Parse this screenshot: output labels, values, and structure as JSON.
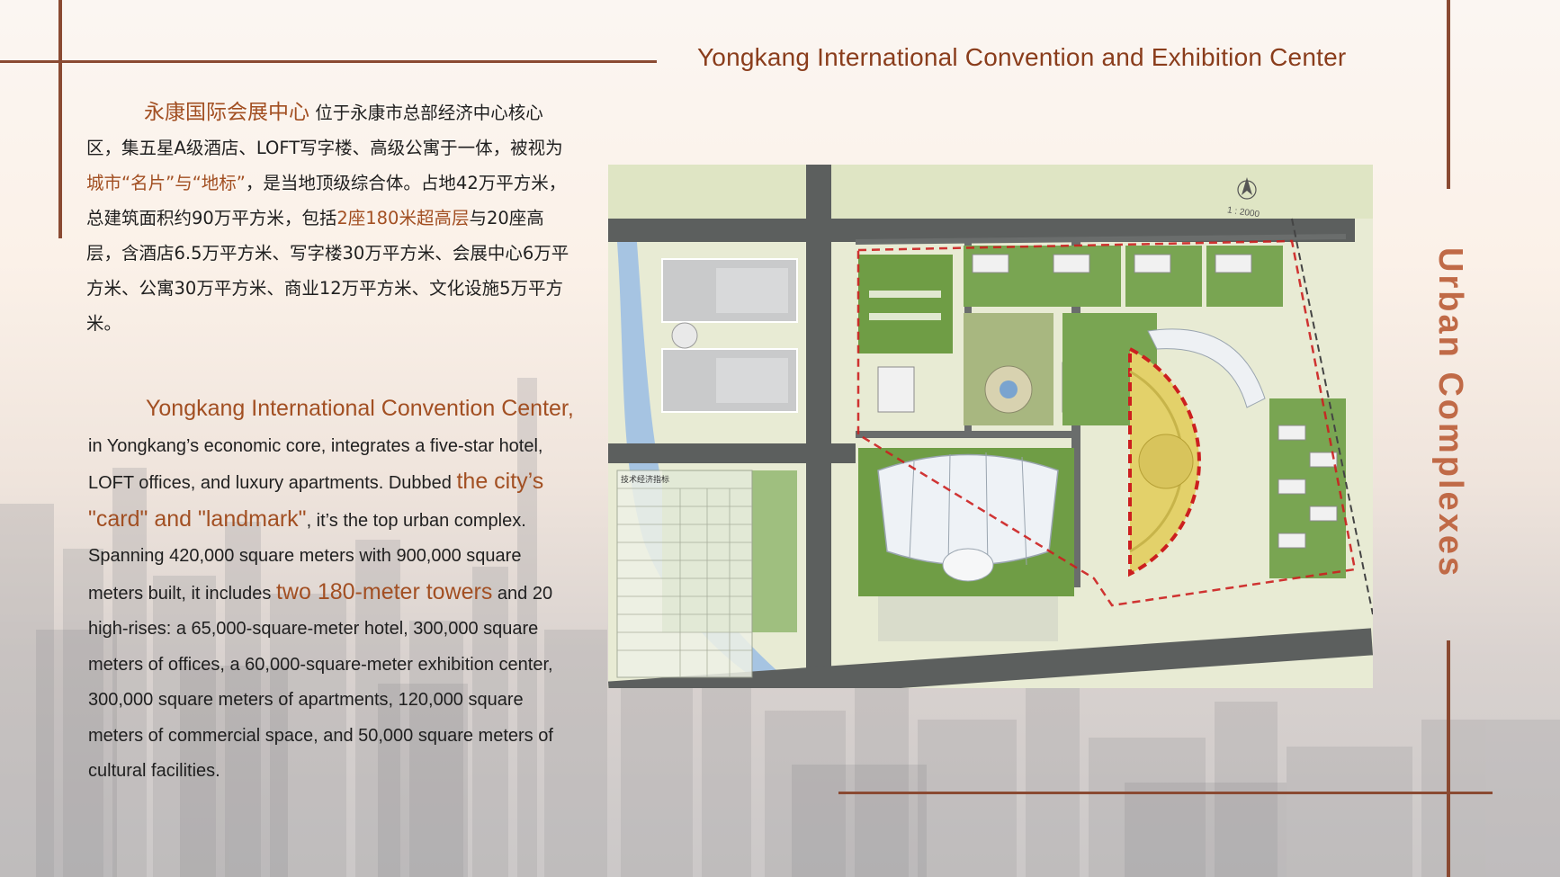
{
  "header": {
    "title": "Yongkang International Convention and Exhibition Center",
    "side_title": "Urban Complexes"
  },
  "body_cn": {
    "name": "永康国际会展中心",
    "part1": "位于永康市总部经济中心核心区，集五星A级酒店、LOFT写字楼、高级公寓于一体，被视为",
    "hl1": "城市“名片”与“地标”",
    "part2": "，是当地顶级综合体。占地42万平方米，总建筑面积约90万平方米，包括",
    "hl2": "2座180米超高层",
    "part3": "与20座高层，含酒店6.5万平方米、写字楼30万平方米、会展中心6万平方米、公寓30万平方米、商业12万平方米、文化设施5万平方米。"
  },
  "body_en": {
    "name": "Yongkang International Convention Center,",
    "part1": " in Yongkang’s economic core, integrates a five-star hotel, LOFT offices, and luxury apartments. Dubbed ",
    "hl1": "the city’s \"card\" and \"landmark\"",
    "part2": ", it’s the top urban complex. Spanning 420,000 square meters with 900,000 square meters built, it includes ",
    "hl2": "two 180-meter towers",
    "part3": " and 20 high-rises: a 65,000-square-meter hotel, 300,000 square meters of offices, a 60,000-square-meter exhibition center, 300,000 square meters of apartments, 120,000 square meters of commercial space, and 50,000 square meters of cultural facilities."
  },
  "site_plan": {
    "scale": "1 : 2000",
    "table_title": "技术经济指标"
  },
  "colors": {
    "accent": "#a24f22",
    "title": "#8a3d1c",
    "side_title": "#c06a47",
    "frame_line": "#8a4a32",
    "road": "#5c5f5e",
    "grass": "#79a552",
    "site_boundary": "#cc1f1f"
  }
}
